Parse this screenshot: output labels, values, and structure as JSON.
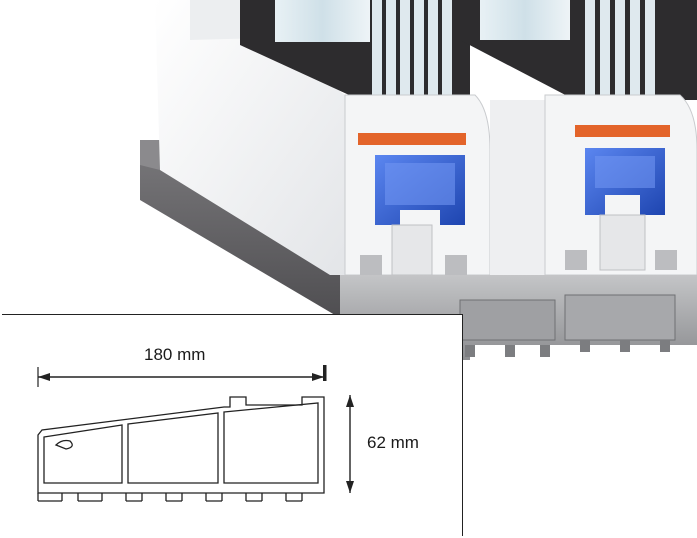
{
  "image": {
    "subject": "sliding-door-frame-profile",
    "dimensions": {
      "width_label": "180 mm",
      "height_label": "62 mm"
    }
  },
  "colors": {
    "frame_white": "#f4f5f6",
    "frame_grey": "#6d6c6f",
    "aluminium": "#a8a9ab",
    "glass": "#d8e6ec",
    "gasket_orange": "#e3642a",
    "reinforcement_blue": "#2f5fd3",
    "line": "#222222"
  }
}
